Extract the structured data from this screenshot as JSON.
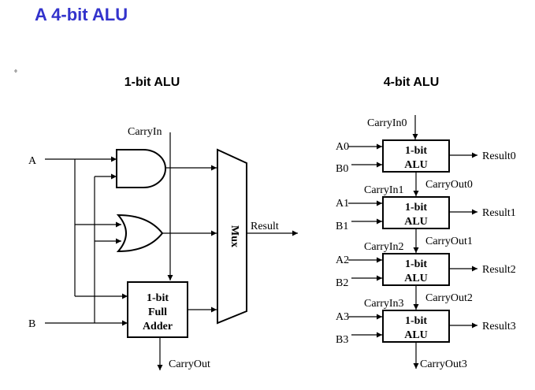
{
  "title": "A 4-bit ALU",
  "bullet": "°",
  "one_bit": {
    "heading": "1-bit ALU",
    "input_a": "A",
    "input_b": "B",
    "carry_in": "CarryIn",
    "carry_out": "CarryOut",
    "result": "Result",
    "mux_label": "Mux",
    "adder_label": [
      "1-bit",
      "Full",
      "Adder"
    ]
  },
  "four_bit": {
    "heading": "4-bit ALU",
    "block_label": [
      "1-bit",
      "ALU"
    ],
    "stages": [
      {
        "a": "A0",
        "b": "B0",
        "carry_in": "CarryIn0",
        "result": "Result0",
        "carry_out": "CarryOut0"
      },
      {
        "a": "A1",
        "b": "B1",
        "carry_in": "CarryIn1",
        "result": "Result1",
        "carry_out": "CarryOut1"
      },
      {
        "a": "A2",
        "b": "B2",
        "carry_in": "CarryIn2",
        "result": "Result2",
        "carry_out": "CarryOut2"
      },
      {
        "a": "A3",
        "b": "B3",
        "carry_in": "CarryIn3",
        "result": "Result3",
        "carry_out": "CarryOut3"
      }
    ]
  }
}
